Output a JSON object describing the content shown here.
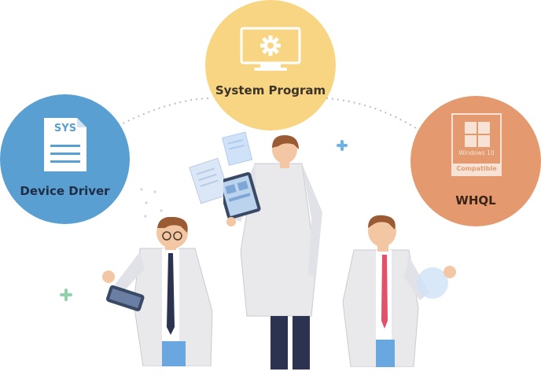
{
  "nodes": {
    "system_program": {
      "label": "System Program",
      "icon": "monitor-gear-icon",
      "color": "#f8d583"
    },
    "device_driver": {
      "label": "Device Driver",
      "icon": "sys-file-icon",
      "badge": "SYS",
      "color": "#5a9fd2"
    },
    "whql": {
      "label": "WHQL",
      "icon": "windows-logo-icon",
      "badge_line1": "Windows 10",
      "badge_line2": "Compatible",
      "color": "#e49a6e"
    }
  },
  "colors": {
    "skin": "#f3c7a3",
    "hair": "#9a5a34",
    "coat": "#e9e9ec",
    "pants_dark": "#2b3350",
    "tie_red": "#e2506a"
  }
}
